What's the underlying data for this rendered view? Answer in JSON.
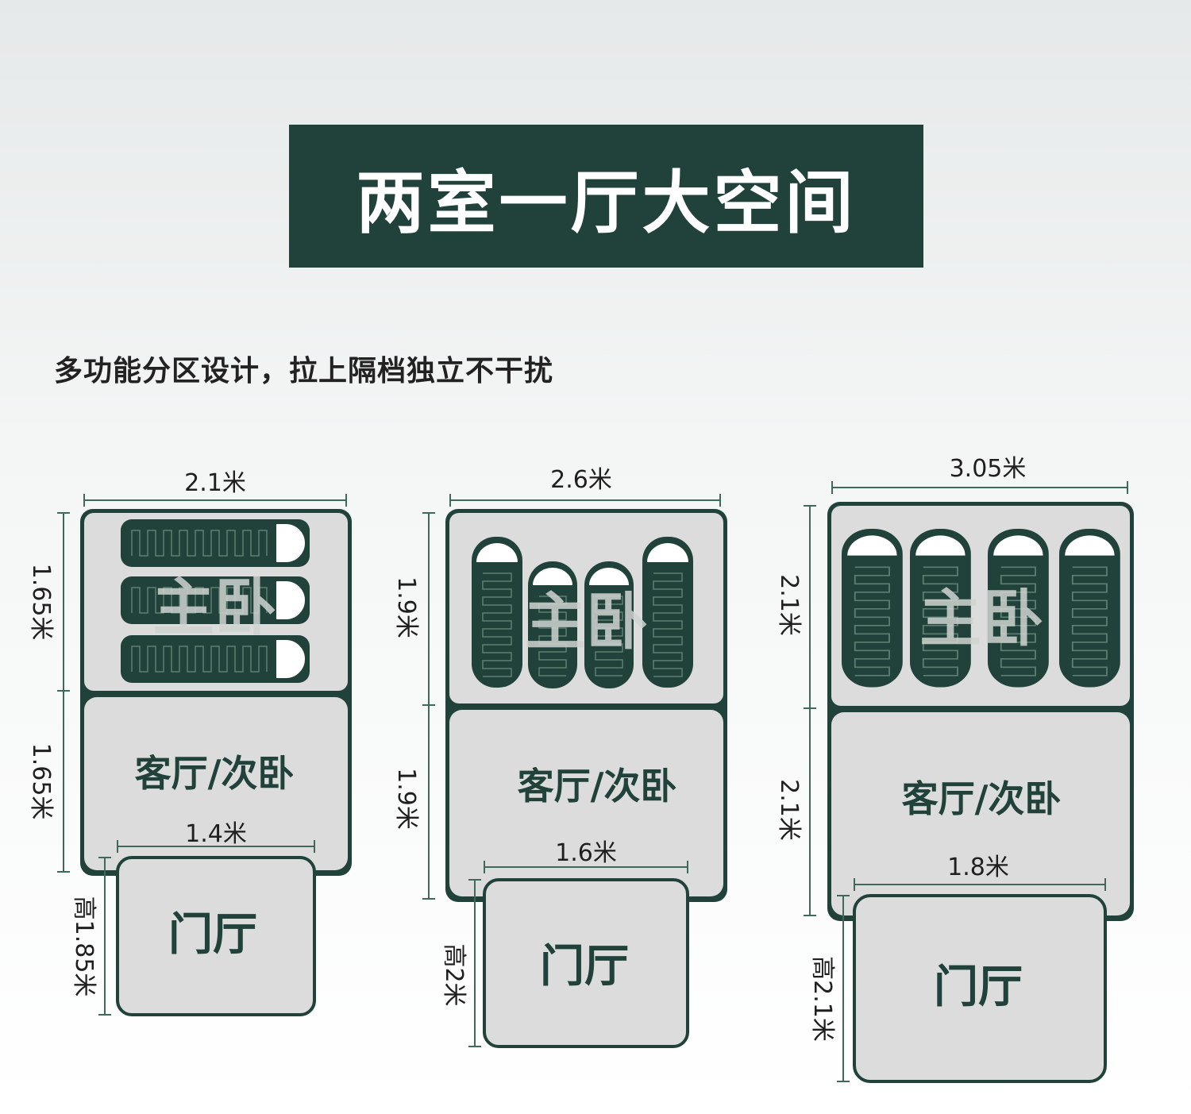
{
  "banner": {
    "title": "两室一厅大空间"
  },
  "subtitle": "多功能分区设计，拉上隔档独立不干扰",
  "colors": {
    "dark_green": "#20423a",
    "room_fill": "#dcdcdc",
    "dim_line": "#3f6a57"
  },
  "tents": [
    {
      "width_label": "2.1米",
      "master_height_label": "1.65米",
      "living_height_label": "1.65米",
      "master_label": "主卧",
      "living_label": "客厅/次卧",
      "vestibule_width_label": "1.4米",
      "vestibule_height_label": "高1.85米",
      "vestibule_label": "门厅",
      "sleeping_bags": 3,
      "bag_orientation": "horizontal"
    },
    {
      "width_label": "2.6米",
      "master_height_label": "1.9米",
      "living_height_label": "1.9米",
      "master_label": "主卧",
      "living_label": "客厅/次卧",
      "vestibule_width_label": "1.6米",
      "vestibule_height_label": "高2米",
      "vestibule_label": "门厅",
      "sleeping_bags": 4,
      "bag_orientation": "vertical"
    },
    {
      "width_label": "3.05米",
      "master_height_label": "2.1米",
      "living_height_label": "2.1米",
      "master_label": "主卧",
      "living_label": "客厅/次卧",
      "vestibule_width_label": "1.8米",
      "vestibule_height_label": "高2.1米",
      "vestibule_label": "门厅",
      "sleeping_bags": 4,
      "bag_orientation": "vertical"
    }
  ]
}
